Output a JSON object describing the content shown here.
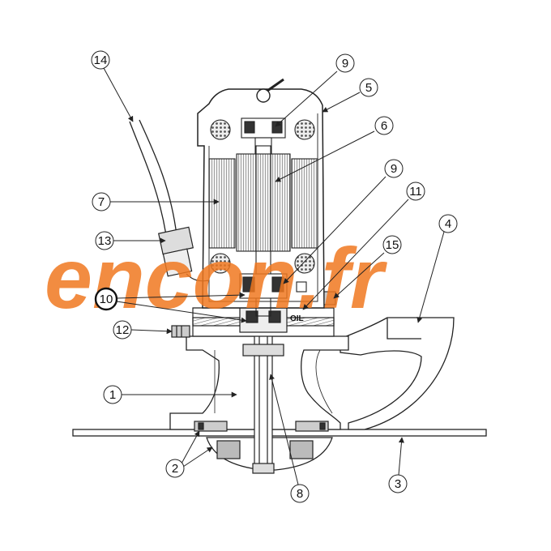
{
  "diagram": {
    "oil_label": "OIL",
    "watermark_text": "encon.fr",
    "watermark_color": "#f07820",
    "line_color": "#222222",
    "callouts": [
      {
        "id": "c1",
        "number": "1"
      },
      {
        "id": "c2",
        "number": "2"
      },
      {
        "id": "c3",
        "number": "3"
      },
      {
        "id": "c4",
        "number": "4"
      },
      {
        "id": "c5",
        "number": "5"
      },
      {
        "id": "c6",
        "number": "6"
      },
      {
        "id": "c7",
        "number": "7"
      },
      {
        "id": "c8",
        "number": "8"
      },
      {
        "id": "c9a",
        "number": "9"
      },
      {
        "id": "c9b",
        "number": "9"
      },
      {
        "id": "c10",
        "number": "10",
        "highlighted": true
      },
      {
        "id": "c11",
        "number": "11"
      },
      {
        "id": "c12",
        "number": "12"
      },
      {
        "id": "c13",
        "number": "13"
      },
      {
        "id": "c14",
        "number": "14"
      },
      {
        "id": "c15",
        "number": "15"
      }
    ]
  }
}
